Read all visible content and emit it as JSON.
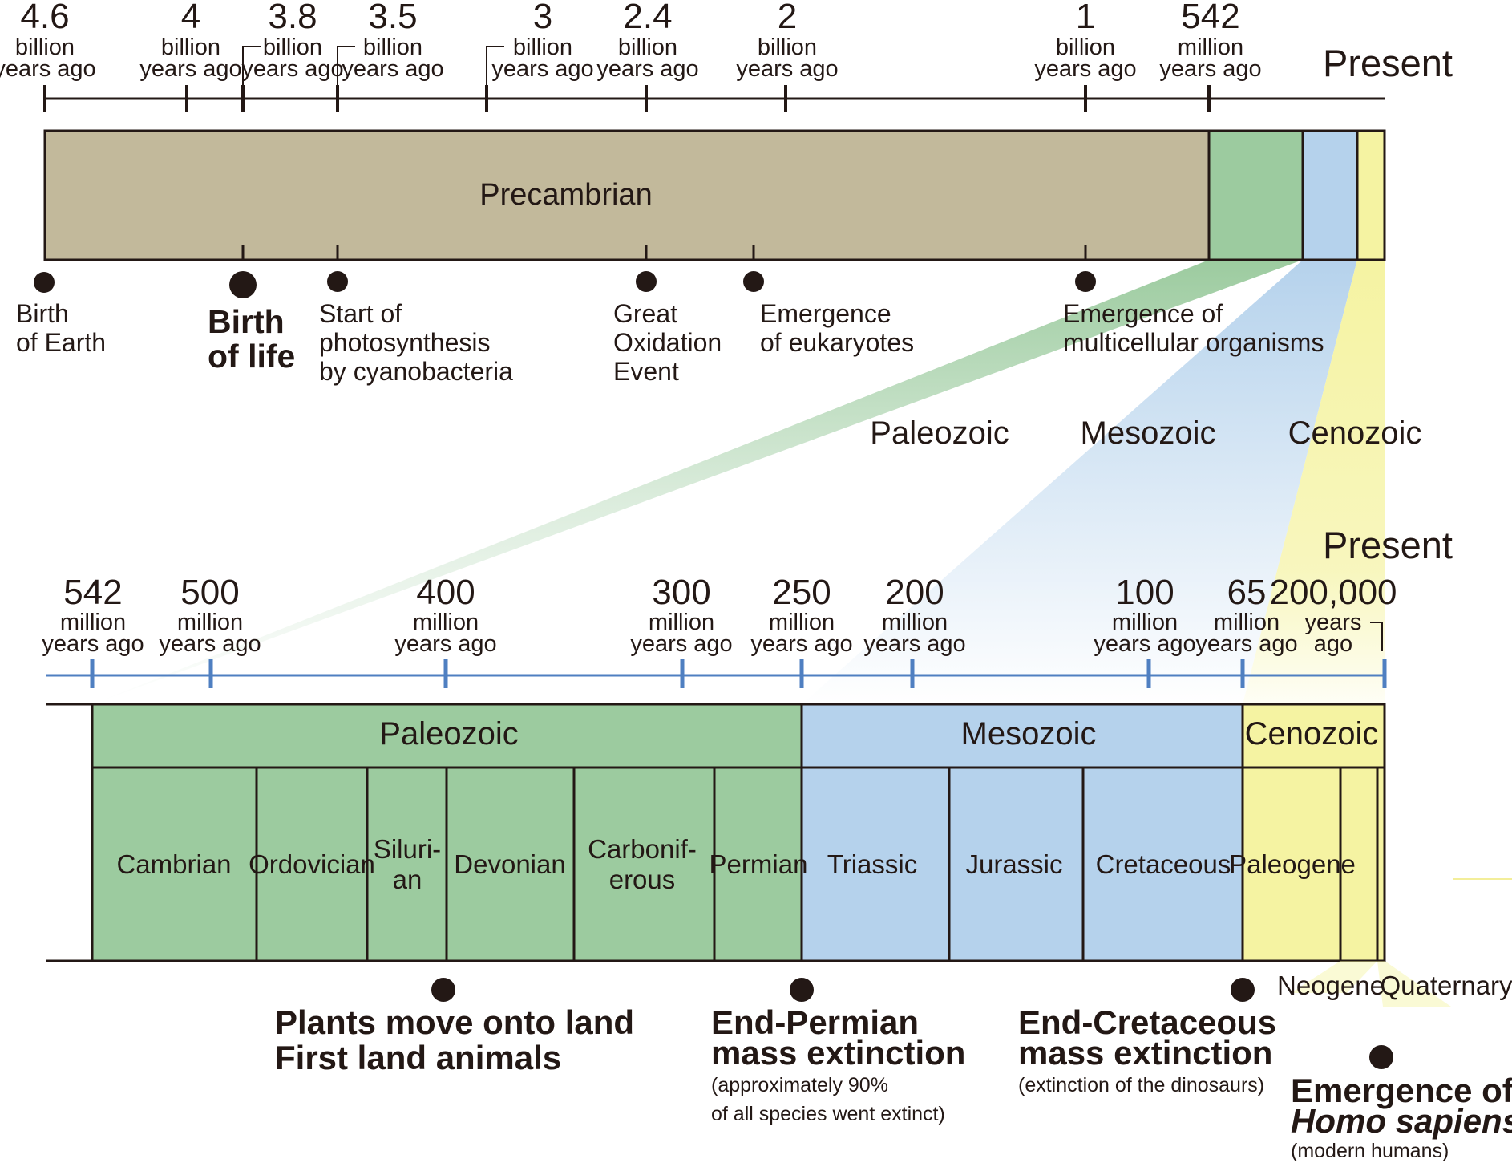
{
  "top_timeline": {
    "ticks": [
      {
        "value": "4.6",
        "unit1": "billion",
        "unit2": "years ago"
      },
      {
        "value": "4",
        "unit1": "billion",
        "unit2": "years ago"
      },
      {
        "value": "3.8",
        "unit1": "billion",
        "unit2": "years ago"
      },
      {
        "value": "3.5",
        "unit1": "billion",
        "unit2": "years ago"
      },
      {
        "value": "3",
        "unit1": "billion",
        "unit2": "years ago"
      },
      {
        "value": "2.4",
        "unit1": "billion",
        "unit2": "years ago"
      },
      {
        "value": "2",
        "unit1": "billion",
        "unit2": "years ago"
      },
      {
        "value": "1",
        "unit1": "billion",
        "unit2": "years ago"
      },
      {
        "value": "542",
        "unit1": "million",
        "unit2": "years ago"
      }
    ],
    "present_label": "Present",
    "bar_label": "Precambrian",
    "colors": {
      "precambrian": "#c2b99b",
      "paleozoic": "#9ccb9f",
      "mesozoic": "#b5d2ec",
      "cenozoic": "#f5f3a2"
    },
    "events": [
      {
        "line1": "Birth",
        "line2": "of Earth",
        "line3": ""
      },
      {
        "line1": "Birth",
        "line2": "of life",
        "line3": ""
      },
      {
        "line1": "Start of",
        "line2": "photosynthesis",
        "line3": "by cyanobacteria"
      },
      {
        "line1": "Great",
        "line2": "Oxidation",
        "line3": "Event"
      },
      {
        "line1": "Emergence",
        "line2": "of eukaryotes",
        "line3": ""
      },
      {
        "line1": "Emergence of",
        "line2": "multicellular organisms",
        "line3": ""
      }
    ]
  },
  "era_labels": {
    "paleozoic": "Paleozoic",
    "mesozoic": "Mesozoic",
    "cenozoic": "Cenozoic"
  },
  "bottom_timeline": {
    "present_label": "Present",
    "ticks": [
      {
        "value": "542",
        "unit1": "million",
        "unit2": "years ago"
      },
      {
        "value": "500",
        "unit1": "million",
        "unit2": "years ago"
      },
      {
        "value": "400",
        "unit1": "million",
        "unit2": "years ago"
      },
      {
        "value": "300",
        "unit1": "million",
        "unit2": "years ago"
      },
      {
        "value": "250",
        "unit1": "million",
        "unit2": "years ago"
      },
      {
        "value": "200",
        "unit1": "million",
        "unit2": "years ago"
      },
      {
        "value": "100",
        "unit1": "million",
        "unit2": "years ago"
      },
      {
        "value": "65",
        "unit1": "million",
        "unit2": "years ago"
      },
      {
        "value": "200,000",
        "unit1": "years",
        "unit2": "ago"
      }
    ],
    "axis_color": "#4f7fc1",
    "eras": {
      "paleozoic": "Paleozoic",
      "mesozoic": "Mesozoic",
      "cenozoic": "Cenozoic"
    },
    "periods": [
      {
        "line1": "Cambrian",
        "line2": ""
      },
      {
        "line1": "Ordovician",
        "line2": ""
      },
      {
        "line1": "Siluri-",
        "line2": "an"
      },
      {
        "line1": "Devonian",
        "line2": ""
      },
      {
        "line1": "Carbonif-",
        "line2": "erous"
      },
      {
        "line1": "Permian",
        "line2": ""
      },
      {
        "line1": "Triassic",
        "line2": ""
      },
      {
        "line1": "Jurassic",
        "line2": ""
      },
      {
        "line1": "Cretaceous",
        "line2": ""
      },
      {
        "line1": "Paleogene",
        "line2": ""
      }
    ],
    "neogene": "Neogene",
    "quaternary": "Quaternary",
    "events": [
      {
        "line1": "Plants move onto land",
        "line2": "First land animals",
        "note1": "",
        "note2": ""
      },
      {
        "line1": "End-Permian",
        "line2": "mass extinction",
        "note1": "(approximately 90%",
        "note2": "of all species went extinct)"
      },
      {
        "line1": "End-Cretaceous",
        "line2": "mass extinction",
        "note1": "(extinction of the dinosaurs)",
        "note2": ""
      },
      {
        "line1": "Emergence of",
        "line2": "Homo sapiens",
        "note1": "(modern humans)",
        "note2": ""
      }
    ]
  }
}
